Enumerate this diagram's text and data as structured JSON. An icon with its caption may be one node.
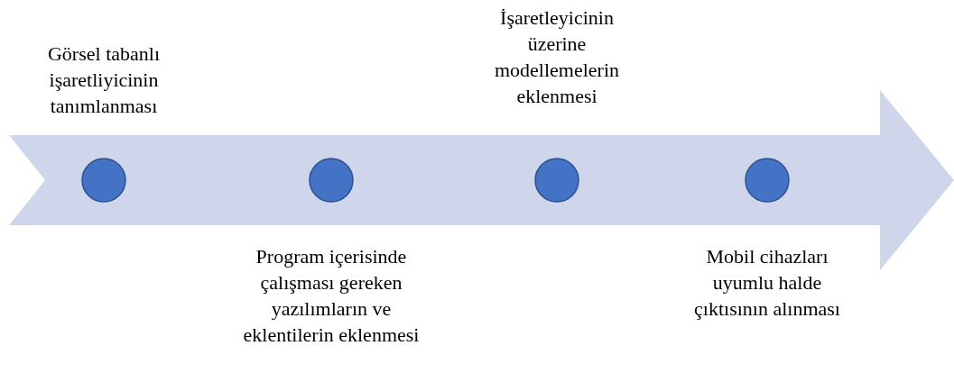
{
  "diagram": {
    "nodes": [
      {
        "text": [],
        "shape": "circle",
        "beside": [
          "Görsel tabanlı işaretliyicinin tanımlanması"
        ]
      },
      {
        "text": [],
        "shape": "circle",
        "beside": [
          "Program içerisinde çalışması gereken yazılımların ve eklentilerin eklenmesi"
        ]
      },
      {
        "text": [],
        "shape": "circle",
        "beside": [
          "İşaretleyicinin üzerine modellemelerin eklenmesi"
        ]
      },
      {
        "text": [],
        "shape": "circle",
        "beside": [
          "Mobil cihazları uyumlu halde çıktısının alınması"
        ]
      }
    ]
  }
}
